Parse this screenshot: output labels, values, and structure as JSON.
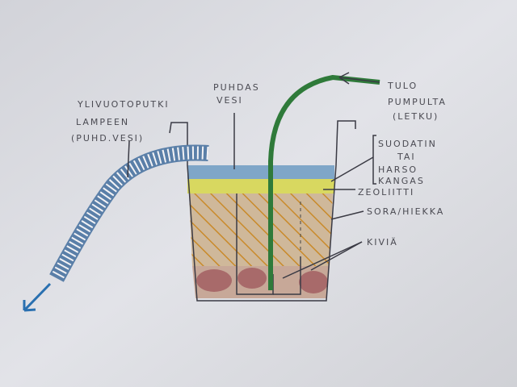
{
  "labels": {
    "overflow_pipe": [
      "YLIVUOTOPUTKI",
      "LAMPEEN",
      "(PUHD.VESI)"
    ],
    "clean_water": [
      "PUHDAS",
      "VESI"
    ],
    "inlet": [
      "TULO",
      "PUMPULTA",
      "(LETKU)"
    ],
    "filter_cloth": [
      "SUODATIN",
      "TAI",
      "HARSO",
      "KANGAS"
    ],
    "zeolite": "ZEOLIITTI",
    "gravel_sand": "SORA/HIEKKA",
    "stones": "KIVIÄ"
  },
  "colors": {
    "paper": "#d9dadf",
    "water": "#7fa6c8",
    "zeolite": "#d8d860",
    "gravel": "#c9a070",
    "stones": "#a86a6a",
    "hose": "#2f7a3a",
    "pipe_outline": "#5a7fa8"
  }
}
